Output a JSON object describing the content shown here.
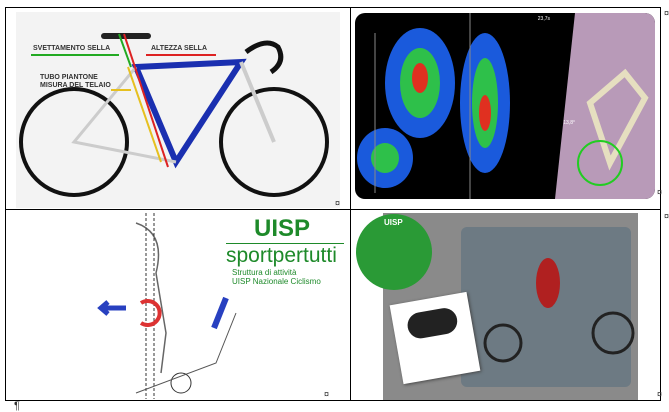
{
  "cells": [
    {
      "labels": {
        "seat_setback": "SVETTAMENTO SELLA",
        "saddle_height": "ALTEZZA SELLA",
        "seat_tube_1": "TUBO PIANTONE",
        "seat_tube_2": "MISURA DEL TELAIO"
      }
    },
    {
      "readout": "23,7s",
      "angle": "13,8°"
    },
    {
      "logo_text": "UISP",
      "brand": "sportpertutti",
      "subtitle_1": "Struttura di attività",
      "subtitle_2": "UISP Nazionale Ciclismo"
    },
    {
      "badge": "UISP"
    }
  ],
  "cell_marker": "¤",
  "paragraph_mark": "¶"
}
